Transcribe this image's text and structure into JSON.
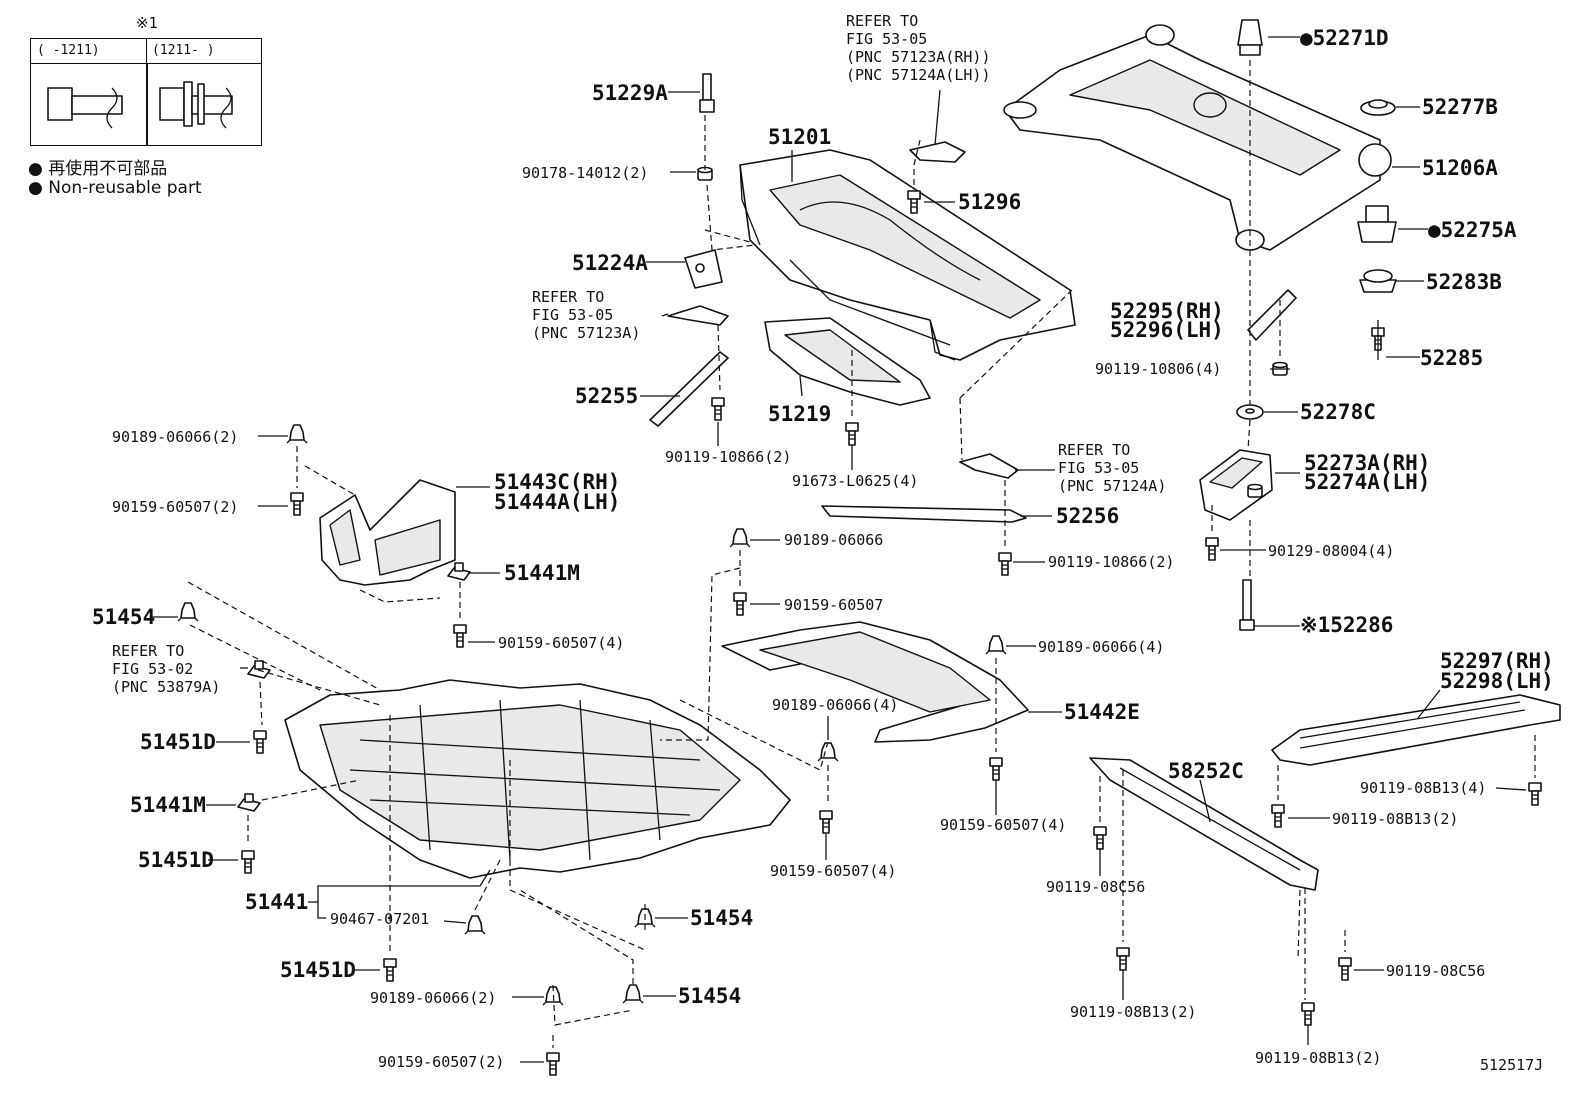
{
  "legend": {
    "ref_mark": "※1",
    "col1_header": "(    -1211)",
    "col2_header": "(1211-    )",
    "note_jp": "● 再使用不可部品",
    "note_en": "● Non-reusable part"
  },
  "diagram_id": "512517J",
  "parts": {
    "p52271D": "●52271D",
    "p52277B": "52277B",
    "p51206A": "51206A",
    "p52275A": "●52275A",
    "p52283B": "52283B",
    "p52285": "52285",
    "p52295": "52295(RH)",
    "p52296": "52296(LH)",
    "p90119_10806": "90119-10806(4)",
    "p52278C": "52278C",
    "p52273A": "52273A(RH)",
    "p52274A": "52274A(LH)",
    "p90129_08004": "90129-08004(4)",
    "p52286": "※152286",
    "p52297": "52297(RH)",
    "p52298": "52298(LH)",
    "p90119_08B13_4": "90119-08B13(4)",
    "p90119_08B13_2a": "90119-08B13(2)",
    "p58252C": "58252C",
    "p90119_08C56a": "90119-08C56",
    "p90119_08C56b": "90119-08C56",
    "p90119_08B13_2b": "90119-08B13(2)",
    "p90119_08B13_2c": "90119-08B13(2)",
    "p51229A": "51229A",
    "p51201": "51201",
    "p90178": "90178-14012(2)",
    "p51296": "51296",
    "p51224A": "51224A",
    "p52255": "52255",
    "p51219": "51219",
    "p90119_10866a": "90119-10866(2)",
    "p91673": "91673-L0625(4)",
    "p52256": "52256",
    "p90119_10866b": "90119-10866(2)",
    "p90189_06066_2a": "90189-06066(2)",
    "p90159_60507_2a": "90159-60507(2)",
    "p51443C": "51443C(RH)",
    "p51444A": "51444A(LH)",
    "p51441M_a": "51441M",
    "p90159_60507_4a": "90159-60507(4)",
    "p51454a": "51454",
    "p51451D_a": "51451D",
    "p51441M_b": "51441M",
    "p51451D_b": "51451D",
    "p51441": "51441",
    "p90467": "90467-07201",
    "p51454b": "51454",
    "p51451D_c": "51451D",
    "p90189_06066_2b": "90189-06066(2)",
    "p51454c": "51454",
    "p90159_60507_2b": "90159-60507(2)",
    "p90189_06066a": "90189-06066",
    "p90159_60507a": "90159-60507",
    "p90189_06066_4a": "90189-06066(4)",
    "p51442E": "51442E",
    "p90189_06066_4b": "90189-06066(4)",
    "p90159_60507_4b": "90159-60507(4)",
    "p90159_60507_4c": "90159-60507(4)"
  },
  "refs": {
    "r1": [
      "REFER TO",
      "FIG 53-05",
      "(PNC 57123A(RH))",
      "(PNC 57124A(LH))"
    ],
    "r2": [
      "REFER TO",
      "FIG 53-05",
      "(PNC 57123A)"
    ],
    "r3": [
      "REFER TO",
      "FIG 53-05",
      "(PNC 57124A)"
    ],
    "r4": [
      "REFER TO",
      "FIG 53-02",
      "(PNC 53879A)"
    ]
  }
}
